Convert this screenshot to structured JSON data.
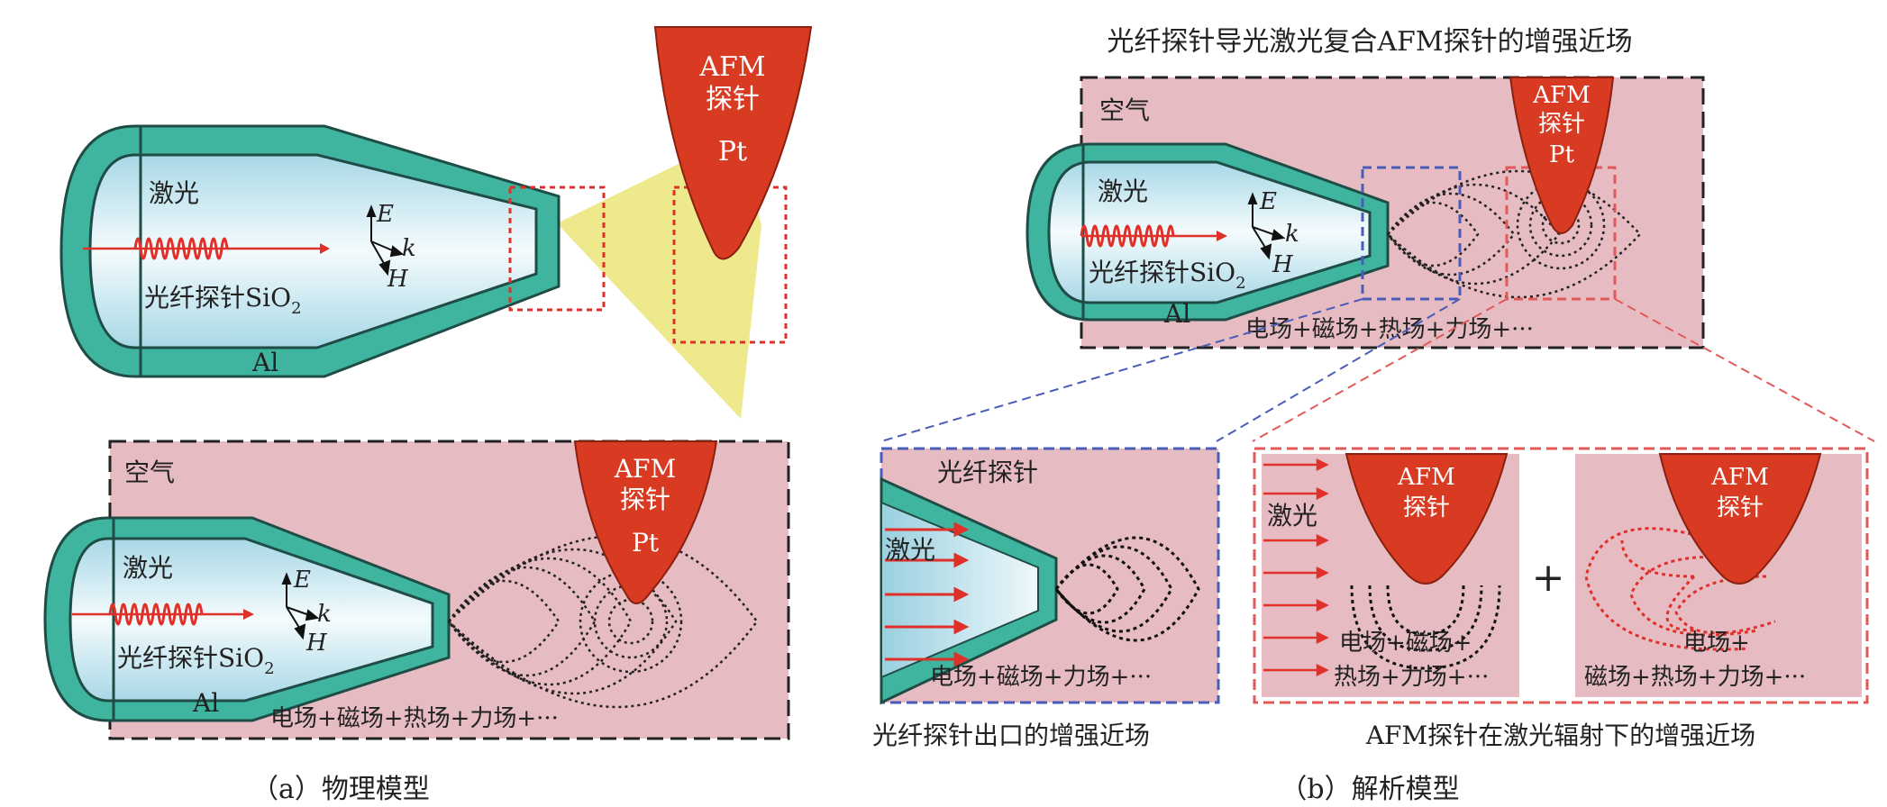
{
  "top_title": "光纤探针导光激光复合AFM探针的增强近场",
  "caption_a": "（a）物理模型",
  "caption_b": "（b）解析模型",
  "label_air": "空气",
  "label_laser": "激光",
  "label_fiber": "光纤探针SiO",
  "label_fiber_sub": "2",
  "label_al": "Al",
  "label_afm": "AFM",
  "label_tip": "探针",
  "label_pt": "Pt",
  "label_E": "E",
  "label_k": "k",
  "label_H": "H",
  "label_fields": "电场+磁场+热场+力场+···",
  "panel_fiber": {
    "title": "光纤探针",
    "laser": "激光",
    "fields": "电场+磁场+力场+···",
    "caption": "光纤探针出口的增强近场"
  },
  "panel_afm": {
    "laser": "激光",
    "fields1_line1": "电场+磁场+",
    "fields1_line2": "热场+力场+···",
    "plus": "+",
    "fields2_line1": "电场+",
    "fields2_line2": "磁场+热场+力场+···",
    "caption": "AFM探针在激光辐射下的增强近场"
  },
  "colors": {
    "teal": "#3fb5a0",
    "core": "#c8e6ee",
    "pink": "#e6bcc2",
    "red": "#d83a22",
    "yellow": "#efe98e"
  }
}
